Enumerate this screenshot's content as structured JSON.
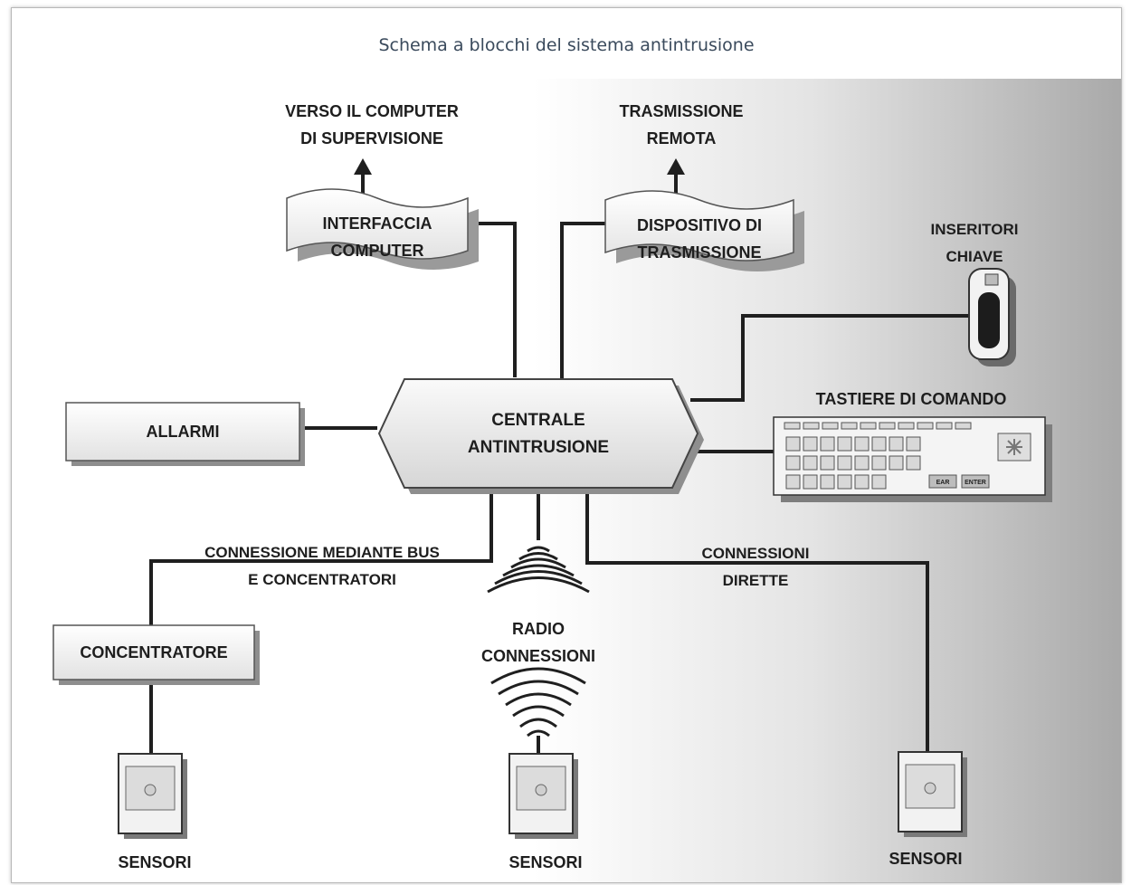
{
  "caption": "Schema a blocchi del sistema antintrusione",
  "blocks": {
    "central": [
      "CENTRALE",
      "ANTINTRUSIONE"
    ],
    "computer_interface": [
      "INTERFACCIA",
      "COMPUTER"
    ],
    "transmitter": [
      "DISPOSITIVO DI",
      "TRASMISSIONE"
    ],
    "alarms": "ALLARMI",
    "concentrator": "CONCENTRATORE"
  },
  "labels": {
    "to_supervision": [
      "VERSO IL COMPUTER",
      "DI SUPERVISIONE"
    ],
    "remote_transmission": [
      "TRASMISSIONE",
      "REMOTA"
    ],
    "key_inserters": [
      "INSERITORI",
      "CHIAVE"
    ],
    "keypads": "TASTIERE DI COMANDO",
    "bus_connection": [
      "CONNESSIONE MEDIANTE BUS",
      "E CONCENTRATORI"
    ],
    "radio_connections": [
      "RADIO",
      "CONNESSIONI"
    ],
    "direct_connections": [
      "CONNESSIONI",
      "DIRETTE"
    ]
  },
  "sensors": [
    "SENSORI",
    "SENSORI",
    "SENSORI"
  ],
  "keypad_keys": {
    "key_a": "EAR",
    "key_b": "ENTER"
  }
}
